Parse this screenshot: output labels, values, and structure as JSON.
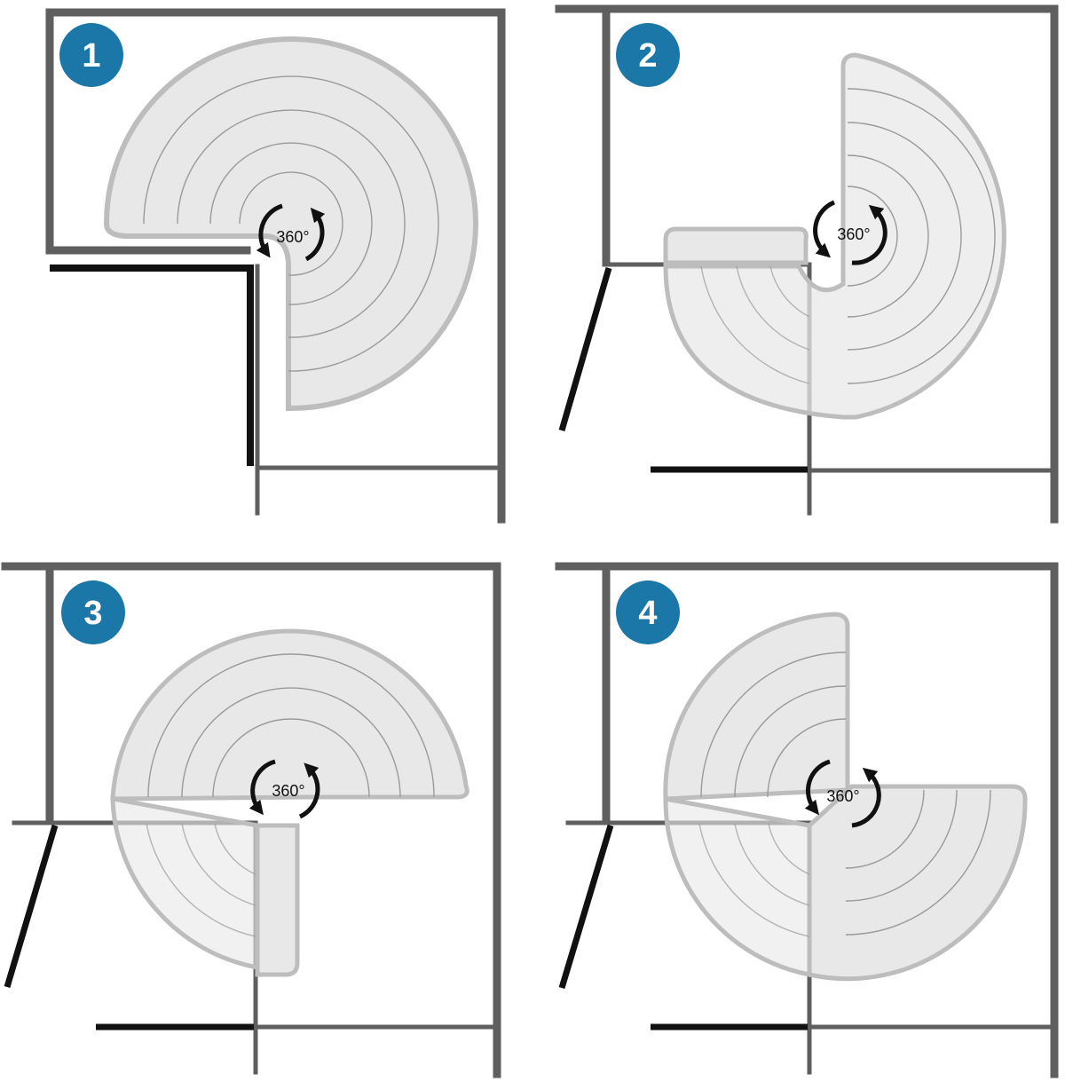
{
  "colors": {
    "cabinet": "#5f5f5f",
    "door": "#111111",
    "shelf_fill": "#e8e8e8",
    "shelf_stroke": "#bdbdbd",
    "ring": "#9a9a9a",
    "badge": "#1b77a8",
    "badge_text": "#ffffff",
    "arrow": "#111111"
  },
  "panels": [
    {
      "step": "1",
      "rotation_label": "360°"
    },
    {
      "step": "2",
      "rotation_label": "360°"
    },
    {
      "step": "3",
      "rotation_label": "360°"
    },
    {
      "step": "4",
      "rotation_label": "360°"
    }
  ]
}
